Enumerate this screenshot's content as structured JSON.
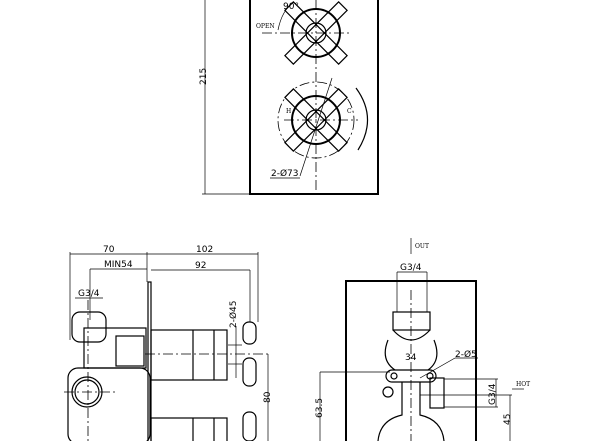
{
  "front_view": {
    "height_label": "215",
    "angle_label": "90°",
    "open_label": "OPEN",
    "hot_mark": "H",
    "cold_mark": "C",
    "diameter_label": "2-Ø73"
  },
  "side_view": {
    "depth_label": "70",
    "projection_label": "102",
    "min_label": "MIN54",
    "handle_label": "92",
    "thread_label": "G3/4",
    "handle_diameter_label": "2-Ø45",
    "spacing_label": "80"
  },
  "rear_view": {
    "out_label": "OUT",
    "top_thread_label": "G3/4",
    "width_label": "34",
    "hole_label": "2-Ø5",
    "hot_label": "HOT",
    "side_thread_label": "G3/4",
    "height_label": "63.5",
    "hot_height_label": "45"
  }
}
